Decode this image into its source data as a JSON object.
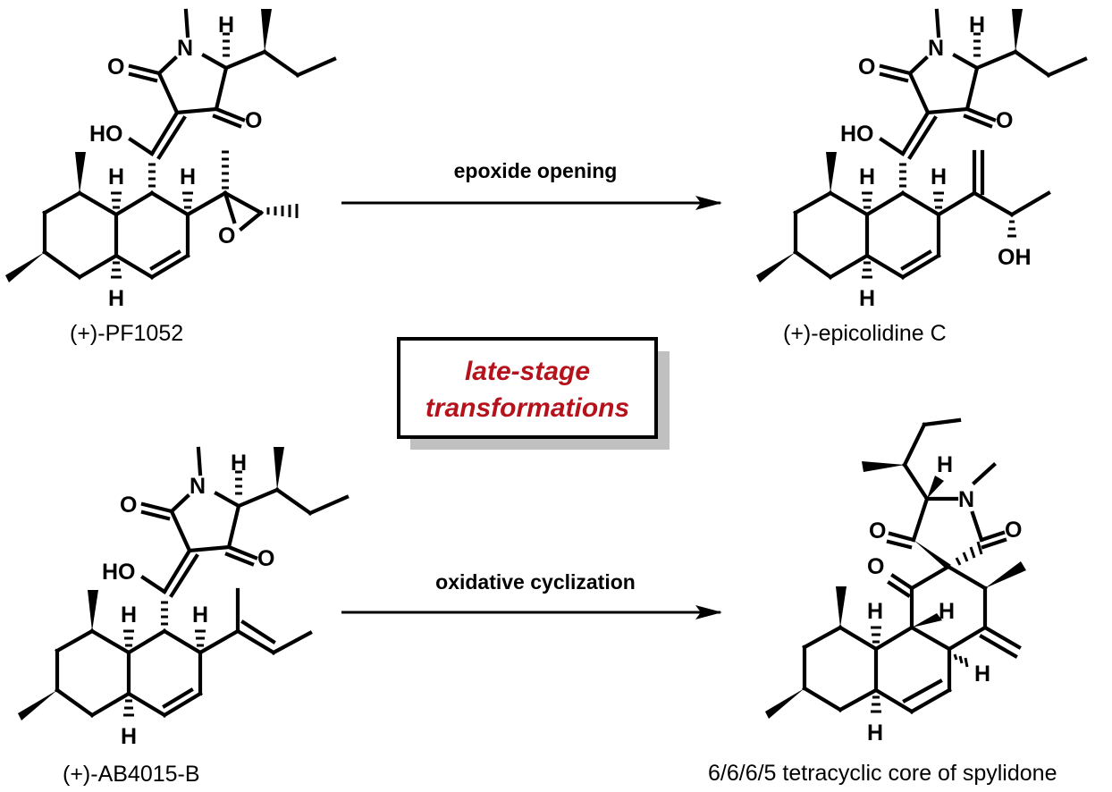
{
  "colors": {
    "highlight": "#b5121b",
    "ink": "#000000",
    "shadow": "#c0c0c0"
  },
  "center_box": {
    "line1": "late-stage",
    "line2": "transformations"
  },
  "reactions": [
    {
      "label": "epoxide opening",
      "from": "(+)-PF1052",
      "to": "(+)-epicolidine C"
    },
    {
      "label": "oxidative cyclization",
      "from": "(+)-AB4015-B",
      "to": "6/6/6/5 tetracyclic core of spylidone"
    }
  ],
  "compounds": [
    {
      "id": "pf1052",
      "name": "(+)-PF1052"
    },
    {
      "id": "epicolidine",
      "name": "(+)-epicolidine C"
    },
    {
      "id": "ab4015",
      "name": "(+)-AB4015-B"
    },
    {
      "id": "spylidone",
      "name": "6/6/6/5 tetracyclic core of spylidone"
    }
  ],
  "atom_labels": {
    "O": "O",
    "N": "N",
    "H": "H",
    "HO": "HO",
    "OH": "OH"
  }
}
